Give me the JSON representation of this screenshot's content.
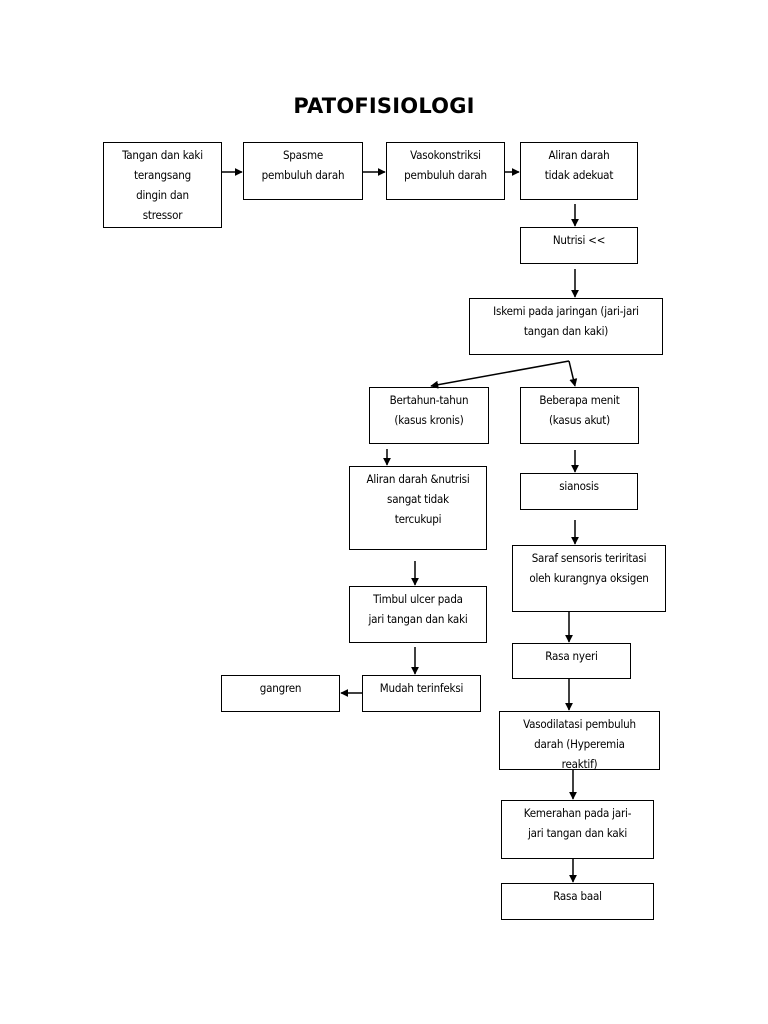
{
  "title": "PATOFISIOLOGI",
  "nodes": {
    "stimulus": "Tangan dan kaki\nterangsang\ndingin dan\nstressor",
    "spasm": "Spasme\npembuluh darah",
    "vasoconstriction": "Vasokonstriksi\npembuluh darah",
    "blood_flow": "Aliran darah\ntidak adekuat",
    "nutrition": "Nutrisi <<",
    "ischemia": "Iskemi pada jaringan (jari-jari\ntangan dan kaki)",
    "chronic": "Bertahun-tahun\n(kasus kronis)",
    "acute": "Beberapa menit\n(kasus akut)",
    "insufficient": "Aliran darah &nutrisi\nsangat tidak\ntercukupi",
    "cyanosis": "sianosis",
    "ulcer": "Timbul ulcer pada\njari tangan dan kaki",
    "nerve": "Saraf sensoris teriritasi\noleh kurangnya oksigen",
    "infection": "Mudah terinfeksi",
    "gangrene": "gangren",
    "pain": "Rasa nyeri",
    "vasodilation": "Vasodilatasi pembuluh\ndarah (Hyperemia\nreaktif)",
    "redness": "Kemerahan pada jari-\njari tangan dan kaki",
    "numbness": "Rasa baal"
  },
  "edges": [
    [
      "stimulus",
      "spasm"
    ],
    [
      "spasm",
      "vasoconstriction"
    ],
    [
      "vasoconstriction",
      "blood_flow"
    ],
    [
      "blood_flow",
      "nutrition"
    ],
    [
      "nutrition",
      "ischemia"
    ],
    [
      "ischemia",
      "chronic"
    ],
    [
      "ischemia",
      "acute"
    ],
    [
      "chronic",
      "insufficient"
    ],
    [
      "insufficient",
      "ulcer"
    ],
    [
      "ulcer",
      "infection"
    ],
    [
      "infection",
      "gangrene"
    ],
    [
      "acute",
      "cyanosis"
    ],
    [
      "cyanosis",
      "nerve"
    ],
    [
      "nerve",
      "pain"
    ],
    [
      "pain",
      "vasodilation"
    ],
    [
      "vasodilation",
      "redness"
    ],
    [
      "redness",
      "numbness"
    ]
  ]
}
